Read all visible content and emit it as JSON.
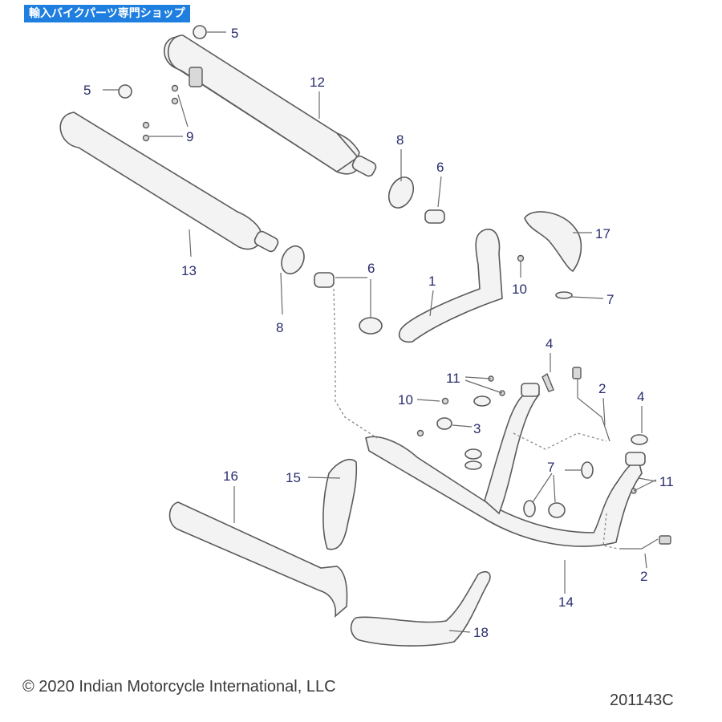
{
  "badge": {
    "text": "輸入バイクパーツ専門ショップ"
  },
  "callouts": {
    "c1": "1",
    "c2a": "2",
    "c2b": "2",
    "c3": "3",
    "c4a": "4",
    "c4b": "4",
    "c5a": "5",
    "c5b": "5",
    "c6a": "6",
    "c6b": "6",
    "c7a": "7",
    "c7b": "7",
    "c8a": "8",
    "c8b": "8",
    "c9": "9",
    "c10a": "10",
    "c10b": "10",
    "c11a": "11",
    "c11b": "11",
    "c12": "12",
    "c13": "13",
    "c14": "14",
    "c15": "15",
    "c16": "16",
    "c17": "17",
    "c18": "18"
  },
  "footer": {
    "copyright": "© 2020 Indian Motorcycle International, LLC",
    "figure_code": "201143C"
  },
  "colors": {
    "badge_bg": "#1e7fe0",
    "callout_text": "#2a2d6e",
    "line_art": "#5a5a5a"
  }
}
